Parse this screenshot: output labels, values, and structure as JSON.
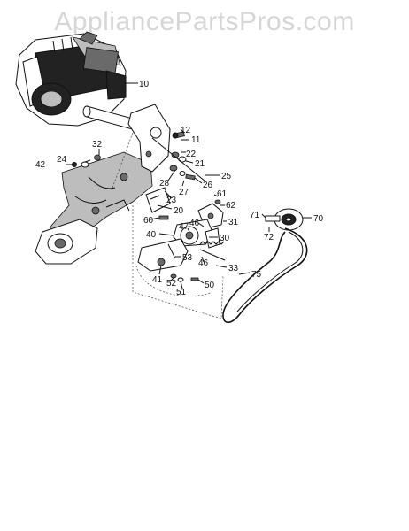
{
  "watermark": "AppliancePartsPros.com",
  "callouts": [
    {
      "id": "c10",
      "label": "10"
    },
    {
      "id": "c12",
      "label": "12"
    },
    {
      "id": "c11",
      "label": "11"
    },
    {
      "id": "c32",
      "label": "32"
    },
    {
      "id": "c22",
      "label": "22"
    },
    {
      "id": "c24",
      "label": "24"
    },
    {
      "id": "c42",
      "label": "42"
    },
    {
      "id": "c21",
      "label": "21"
    },
    {
      "id": "c25",
      "label": "25"
    },
    {
      "id": "c28",
      "label": "28"
    },
    {
      "id": "c26",
      "label": "26"
    },
    {
      "id": "c27",
      "label": "27"
    },
    {
      "id": "c23",
      "label": "23"
    },
    {
      "id": "c61",
      "label": "61"
    },
    {
      "id": "c62",
      "label": "62"
    },
    {
      "id": "c20",
      "label": "20"
    },
    {
      "id": "c60",
      "label": "60"
    },
    {
      "id": "c31",
      "label": "31"
    },
    {
      "id": "c71",
      "label": "71"
    },
    {
      "id": "c70",
      "label": "70"
    },
    {
      "id": "c47",
      "label": "47"
    },
    {
      "id": "c46",
      "label": "46"
    },
    {
      "id": "c40",
      "label": "40"
    },
    {
      "id": "c30",
      "label": "30"
    },
    {
      "id": "c72",
      "label": "72"
    },
    {
      "id": "c53",
      "label": "53"
    },
    {
      "id": "c46b",
      "label": "46"
    },
    {
      "id": "c33",
      "label": "33"
    },
    {
      "id": "c75",
      "label": "75"
    },
    {
      "id": "c41",
      "label": "41"
    },
    {
      "id": "c52",
      "label": "52"
    },
    {
      "id": "c50",
      "label": "50"
    },
    {
      "id": "c51",
      "label": "51"
    }
  ]
}
